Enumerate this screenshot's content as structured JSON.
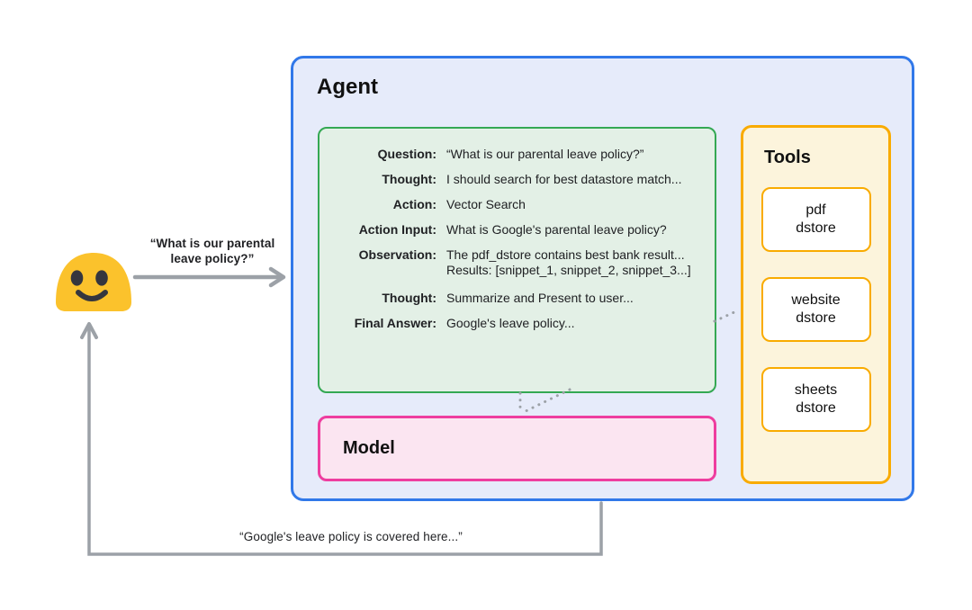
{
  "user": {
    "emoji": "smiling-blob-face",
    "request_label": "“What is our parental leave policy?”",
    "response_label": "“Google's leave policy is covered here...”"
  },
  "agent": {
    "title": "Agent",
    "reasoning": {
      "rows": [
        {
          "label": "Question:",
          "value": "“What is our parental leave policy?”"
        },
        {
          "label": "Thought:",
          "value": "I should search for best datastore match..."
        },
        {
          "label": "Action:",
          "value": "Vector Search"
        },
        {
          "label": "Action Input:",
          "value": "What is Google's parental leave policy?"
        },
        {
          "label": "Observation:",
          "value": "The pdf_dstore contains best bank result...",
          "value2": "Results: [snippet_1, snippet_2, snippet_3...]"
        },
        {
          "label": "Thought:",
          "value": "Summarize and Present to user..."
        },
        {
          "label": "Final Answer:",
          "value": "Google's leave policy..."
        }
      ]
    },
    "model": {
      "title": "Model"
    },
    "tools": {
      "title": "Tools",
      "items": [
        {
          "line1": "pdf",
          "line2": "dstore"
        },
        {
          "line1": "website",
          "line2": "dstore"
        },
        {
          "line1": "sheets",
          "line2": "dstore"
        }
      ]
    }
  },
  "colors": {
    "agent_border": "#3178E9",
    "agent_bg": "#E6EBFA",
    "trace_border": "#34A853",
    "trace_bg": "#E3F0E6",
    "model_border": "#EE3D9F",
    "model_bg": "#FBE5F1",
    "tools_border": "#F9AB00",
    "tools_bg": "#FCF4DC",
    "tool_card_bg": "#FFFFFF",
    "arrow": "#9CA1A7",
    "emoji_body": "#FBC22C",
    "emoji_features": "#35363E",
    "text": "#202124"
  }
}
